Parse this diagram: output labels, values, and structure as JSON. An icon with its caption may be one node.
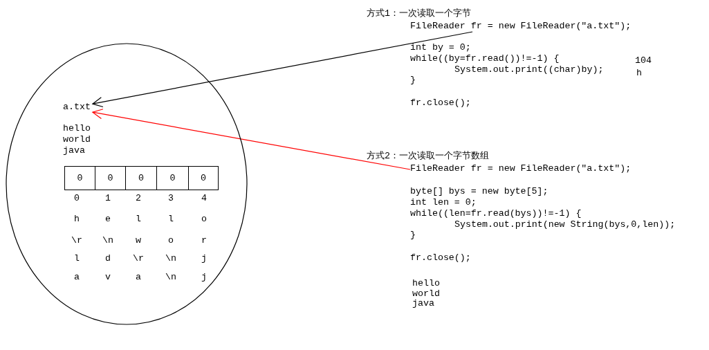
{
  "diagram": {
    "nodes": [
      {
        "text": [],
        "shape": "circle"
      },
      {
        "text": [
          "a.txt"
        ],
        "in": 0
      },
      {
        "text": [
          "0"
        ],
        "in": 0
      },
      {
        "text": [
          "0"
        ],
        "in": 0
      },
      {
        "text": [
          "0"
        ],
        "in": 0
      },
      {
        "text": [
          "0"
        ],
        "in": 0
      },
      {
        "text": [
          "0"
        ],
        "in": 0
      },
      {
        "text": [
          "FileReader fr = new FileReader(\"a.txt\");"
        ]
      },
      {
        "text": [
          "FileReader fr = new FileReader(\"a.txt\");"
        ]
      }
    ],
    "edges": [
      {
        "from": 7,
        "to": 1,
        "arrow": "to"
      },
      {
        "from": 8,
        "to": 1,
        "arrow": "to",
        "color": "#ff0000"
      }
    ],
    "labels": [
      "方式1：一次读取一个字节",
      "int by = 0;",
      "while((by=fr.read())!=-1) {",
      "System.out.print((char)by);",
      "}",
      "fr.close();",
      "104",
      "h",
      "hello",
      "world",
      "java",
      "0",
      "1",
      "2",
      "3",
      "4",
      "h",
      "e",
      "l",
      "l",
      "o",
      "\\r",
      "\\n",
      "w",
      "o",
      "r",
      "l",
      "d",
      "\\r",
      "\\n",
      "j",
      "a",
      "v",
      "a",
      "\\n",
      "j",
      "方式2：一次读取一个字节数组",
      "byte[] bys = new byte[5];",
      "int len = 0;",
      "while((len=fr.read(bys))!=-1) {",
      "System.out.print(new String(bys,0,len));",
      "}",
      "fr.close();",
      "hello",
      "world",
      "java"
    ]
  }
}
